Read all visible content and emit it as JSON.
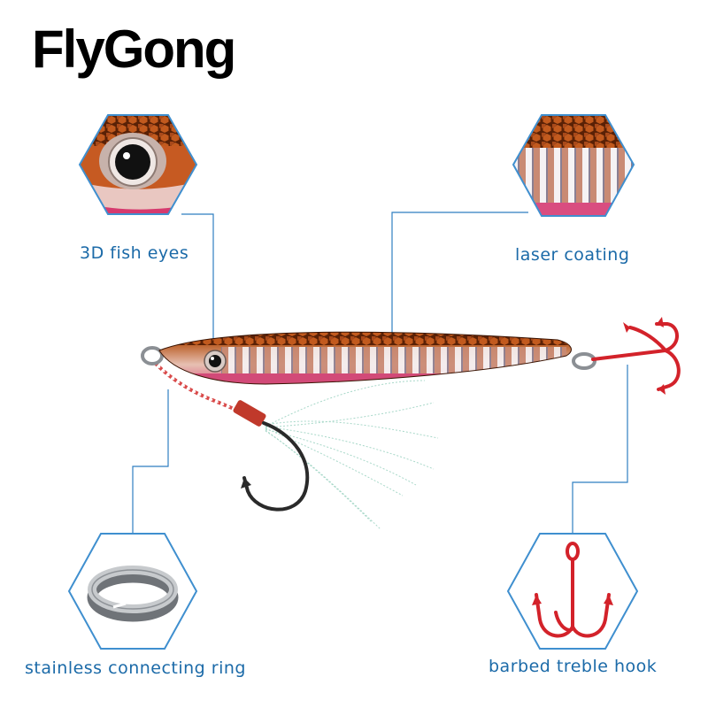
{
  "brand": "FlyGong",
  "features": {
    "eyes": "3D fish eyes",
    "coating": "laser coating",
    "ring": "stainless connecting ring",
    "hook": "barbed treble hook"
  },
  "colors": {
    "label": "#1b6aa8",
    "leader_line": "#2f7ec1",
    "hexagon": "#3f8fcf",
    "hook_red": "#d3222a",
    "lure_copper": "#b8531e",
    "lure_pink": "#d24a78"
  },
  "icons": {
    "eye": "fish-eye-closeup-icon",
    "coating": "laser-coating-closeup-icon",
    "ring": "split-ring-icon",
    "hook": "treble-hook-icon",
    "lure": "jig-lure-illustration"
  }
}
